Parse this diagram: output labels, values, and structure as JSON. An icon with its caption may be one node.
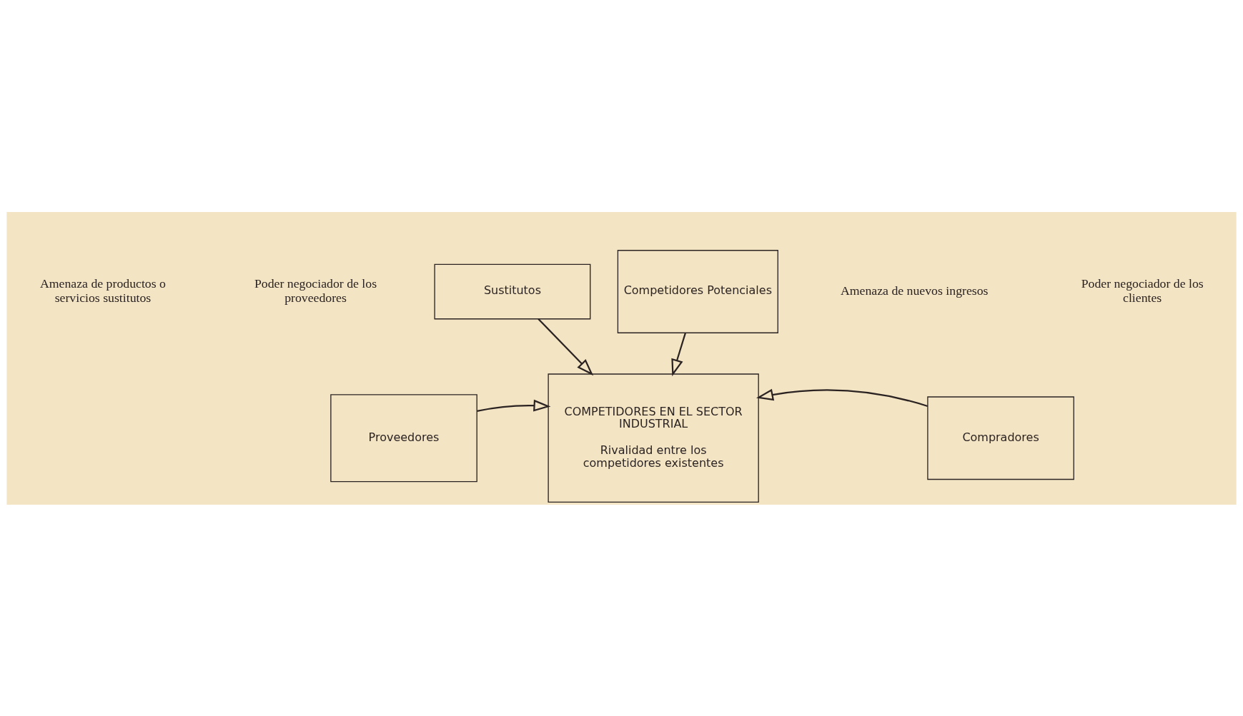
{
  "diagram": {
    "nodes": [
      {
        "text": [
          "Competidores Potenciales"
        ]
      },
      {
        "text": [
          "COMPETIDORES EN EL SECTOR INDUSTRIAL",
          "Rivalidad entre los competidores existentes"
        ]
      },
      {
        "text": [
          "Proveedores"
        ]
      },
      {
        "text": [
          "Compradores"
        ]
      },
      {
        "text": [
          "Sustitutos"
        ]
      }
    ],
    "edges": [
      {
        "from": 0,
        "to": 1,
        "arrow": "to"
      },
      {
        "from": 2,
        "to": 1,
        "arrow": "to"
      },
      {
        "from": 3,
        "to": 1,
        "arrow": "to"
      },
      {
        "from": 4,
        "to": 1,
        "arrow": "to"
      }
    ],
    "labels": [
      "Amenaza de nuevos ingresos",
      "Poder negociador de los proveedores",
      "Poder negociador de los clientes",
      "Amenaza de productos o servicios sustitutos"
    ]
  }
}
